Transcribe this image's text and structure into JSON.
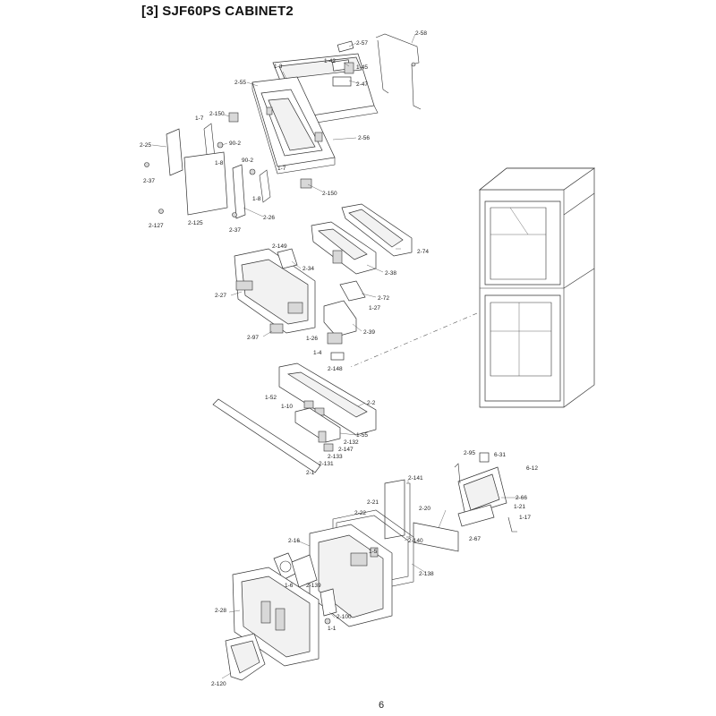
{
  "header": {
    "title": "[3] SJF60PS CABINET2"
  },
  "footer": {
    "page_number": "6"
  },
  "labels": [
    "2-58",
    "2-57",
    "1-42",
    "1-45",
    "1-3",
    "2-47",
    "2-55",
    "2-150",
    "1-7",
    "90-2",
    "2-25",
    "1-8",
    "2-56",
    "90-2",
    "1-7",
    "2-37",
    "1-8",
    "2-150",
    "2-26",
    "2-127",
    "2-125",
    "2-37",
    "2-74",
    "2-149",
    "2-34",
    "2-38",
    "2-27",
    "2-72",
    "1-27",
    "2-97",
    "1-26",
    "2-39",
    "1-4",
    "2-148",
    "1-52",
    "2-2",
    "1-10",
    "1-55",
    "2-132",
    "2-147",
    "2-133",
    "2-131",
    "2-1",
    "2-95",
    "6-31",
    "6-12",
    "2-66",
    "1-21",
    "1-17",
    "2-67",
    "2-141",
    "2-21",
    "2-20",
    "2-22",
    "2-140",
    "1-5",
    "2-16",
    "2-138",
    "1-6",
    "2-139",
    "2-28",
    "2-100",
    "1-1",
    "2-120"
  ]
}
